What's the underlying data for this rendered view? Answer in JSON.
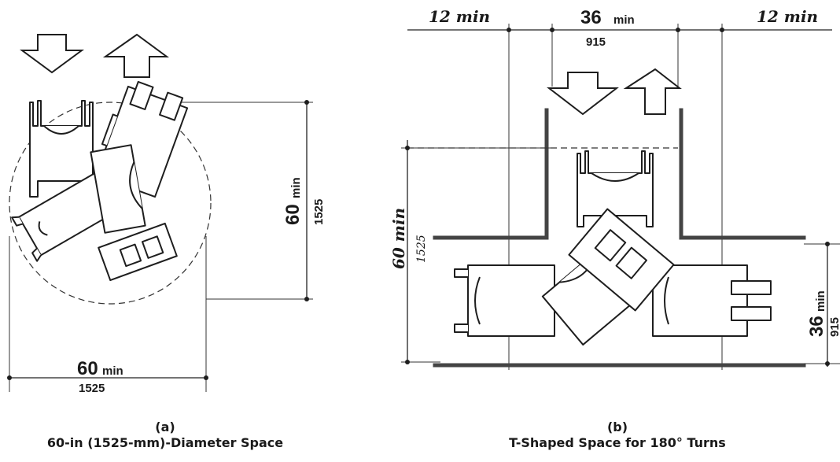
{
  "figure_a": {
    "letter": "(a)",
    "caption": "60-in (1525-mm)-Diameter Space",
    "dim_vertical_in": "60",
    "dim_vertical_mm": "1525",
    "dim_horizontal_in": "60",
    "dim_horizontal_mm": "1525",
    "min_label": "min"
  },
  "figure_b": {
    "letter": "(b)",
    "caption": "T-Shaped Space for 180° Turns",
    "top_left_dim": "12 min",
    "top_center_in": "36",
    "top_center_min": "min",
    "top_center_mm": "915",
    "top_right_dim": "12 min",
    "left_dim_in": "60 min",
    "left_dim_mm": "1525",
    "right_dim_in": "36",
    "right_dim_min": "min",
    "right_dim_mm": "915"
  }
}
